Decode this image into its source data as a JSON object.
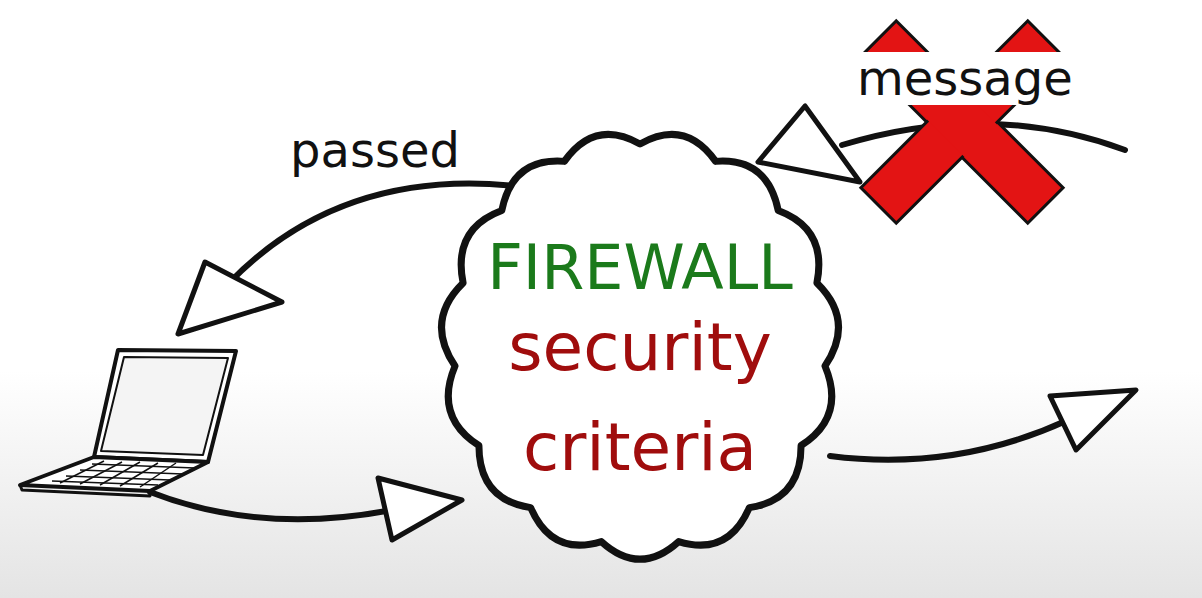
{
  "diagram": {
    "nodes": [
      {
        "text": [
          "FIREWALL",
          "security criteria"
        ]
      }
    ],
    "labels": [
      "passed",
      "message"
    ]
  }
}
